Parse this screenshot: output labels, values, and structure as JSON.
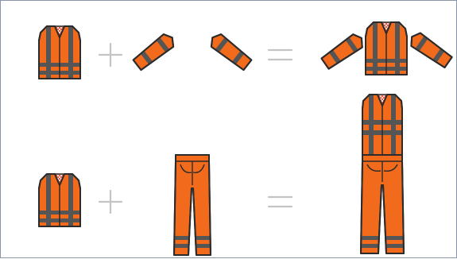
{
  "diagram": {
    "rows": [
      {
        "name": "vest-plus-sleeves",
        "inputs": [
          "hi-vis-vest",
          "hi-vis-sleeves"
        ],
        "operators": [
          "plus",
          "equals"
        ],
        "result": "hi-vis-jacket"
      },
      {
        "name": "vest-plus-trousers",
        "inputs": [
          "hi-vis-vest",
          "hi-vis-trousers"
        ],
        "operators": [
          "plus",
          "equals"
        ],
        "result": "hi-vis-coverall"
      }
    ],
    "colors": {
      "garment": "#f26a1b",
      "outline": "#2b2b2b",
      "reflective_band": "#555555",
      "lining": "#e8442a",
      "operator": "#c4c4c4",
      "frame": "#8a96a6"
    }
  }
}
